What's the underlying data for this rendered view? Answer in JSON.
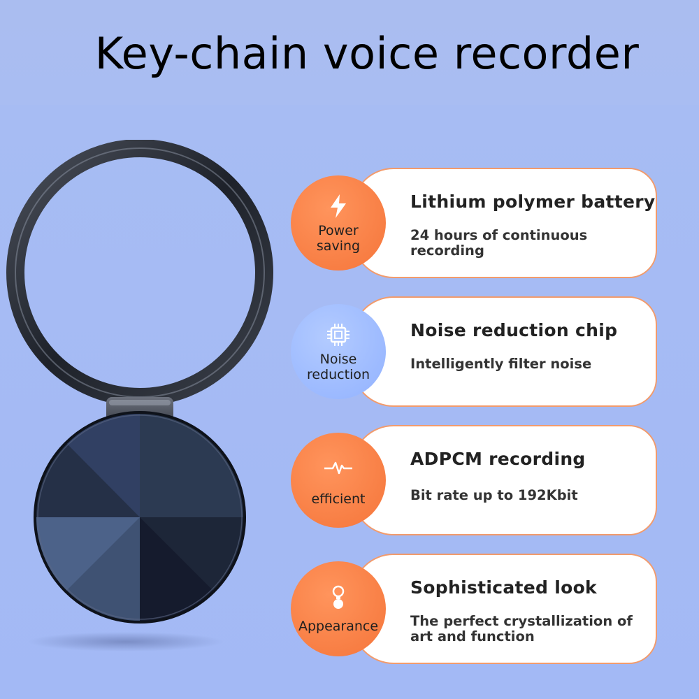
{
  "title": "Key-chain voice recorder",
  "colors": {
    "background": "#a6bcf4",
    "accent_orange": "#f5753a",
    "accent_blue": "#92b2ff",
    "card_border": "#f29b6c"
  },
  "features": [
    {
      "badge_label": "Power saving",
      "badge_icon": "lightning-bolt-icon",
      "title": "Lithium polymer battery",
      "description": "24 hours of continuous recording"
    },
    {
      "badge_label": "Noise reduction",
      "badge_icon": "chip-icon",
      "title": "Noise reduction chip",
      "description": "Intelligently filter noise"
    },
    {
      "badge_label": "efficient",
      "badge_icon": "waveform-icon",
      "title": "ADPCM recording",
      "description": "Bit rate up to 192Kbit"
    },
    {
      "badge_label": "Appearance",
      "badge_icon": "keyring-icon",
      "title": "Sophisticated look",
      "description": "The perfect crystallization of art and function"
    }
  ]
}
